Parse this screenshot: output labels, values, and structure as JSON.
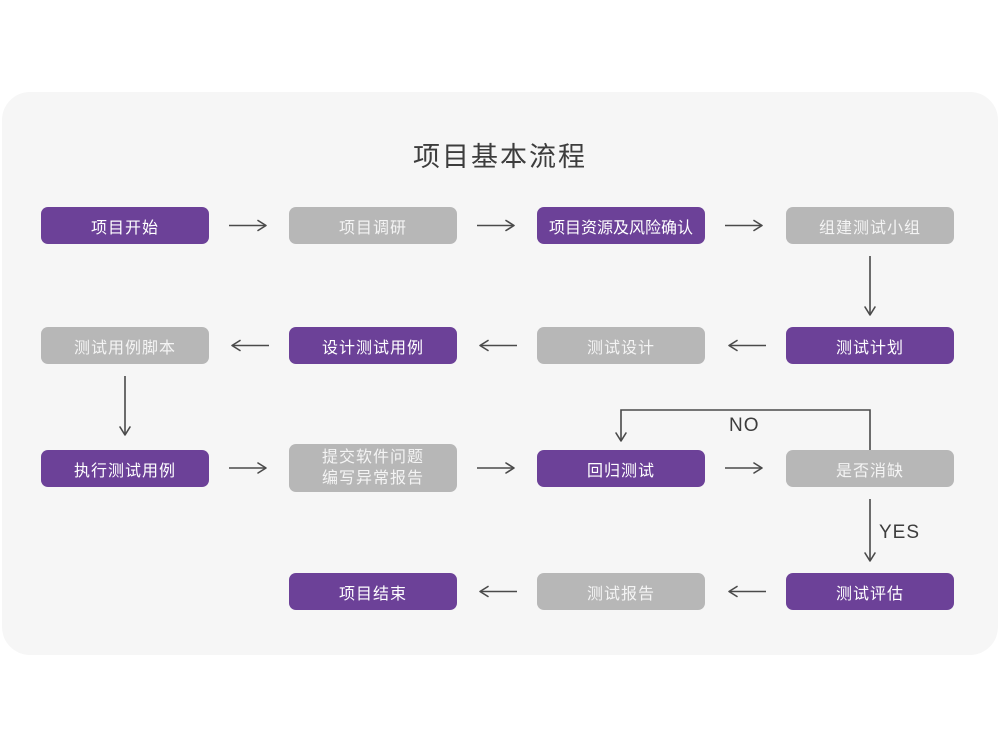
{
  "title": "项目基本流程",
  "colors": {
    "accent_purple": "#6c4198",
    "node_gray": "#b7b7b7",
    "card_background": "#f6f6f6",
    "arrow": "#4a4a4a",
    "title_text": "#3d3d3d",
    "node_text_purple": "#ffffff",
    "node_text_gray": "#f4f4f4"
  },
  "nodes": [
    {
      "id": "project-start",
      "label": "项目开始",
      "variant": "purple"
    },
    {
      "id": "project-research",
      "label": "项目调研",
      "variant": "gray"
    },
    {
      "id": "resources-risk",
      "label": "项目资源及风险确认",
      "variant": "purple"
    },
    {
      "id": "build-test-team",
      "label": "组建测试小组",
      "variant": "gray"
    },
    {
      "id": "test-plan",
      "label": "测试计划",
      "variant": "purple"
    },
    {
      "id": "test-design",
      "label": "测试设计",
      "variant": "gray"
    },
    {
      "id": "design-test-cases",
      "label": "设计测试用例",
      "variant": "purple"
    },
    {
      "id": "test-case-scripts",
      "label": "测试用例脚本",
      "variant": "gray"
    },
    {
      "id": "execute-test-cases",
      "label": "执行测试用例",
      "variant": "purple"
    },
    {
      "id": "submit-issues-report",
      "lines": [
        "提交软件问题",
        "编写异常报告"
      ],
      "variant": "gray"
    },
    {
      "id": "regression-test",
      "label": "回归测试",
      "variant": "purple"
    },
    {
      "id": "defect-resolved",
      "label": "是否消缺",
      "variant": "gray"
    },
    {
      "id": "test-evaluation",
      "label": "测试评估",
      "variant": "purple"
    },
    {
      "id": "test-report",
      "label": "测试报告",
      "variant": "gray"
    },
    {
      "id": "project-end",
      "label": "项目结束",
      "variant": "purple"
    }
  ],
  "edges": {
    "no_label": "NO",
    "yes_label": "YES"
  }
}
